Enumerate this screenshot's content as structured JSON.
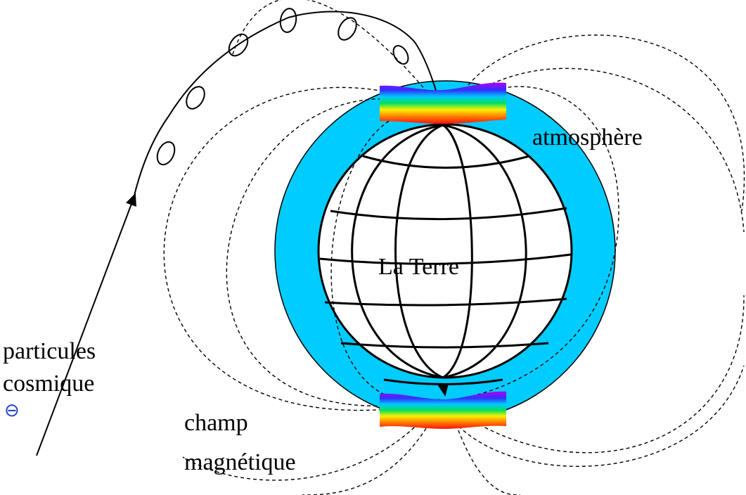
{
  "labels": {
    "earth": "La Terre",
    "atmosphere": "atmosphère",
    "particles_line1": "particules",
    "particles_line2": "cosmique",
    "field_line1": "champ",
    "field_line2": "magnétique"
  },
  "particle_symbol": "⊖",
  "colors": {
    "atmosphere": "#00CCFF",
    "particle_symbol": "#1F3FD0",
    "aurora_gradient": [
      "#B000FF",
      "#3030FF",
      "#00C8FF",
      "#00E060",
      "#FFF000",
      "#FF8000",
      "#FF1010"
    ]
  }
}
